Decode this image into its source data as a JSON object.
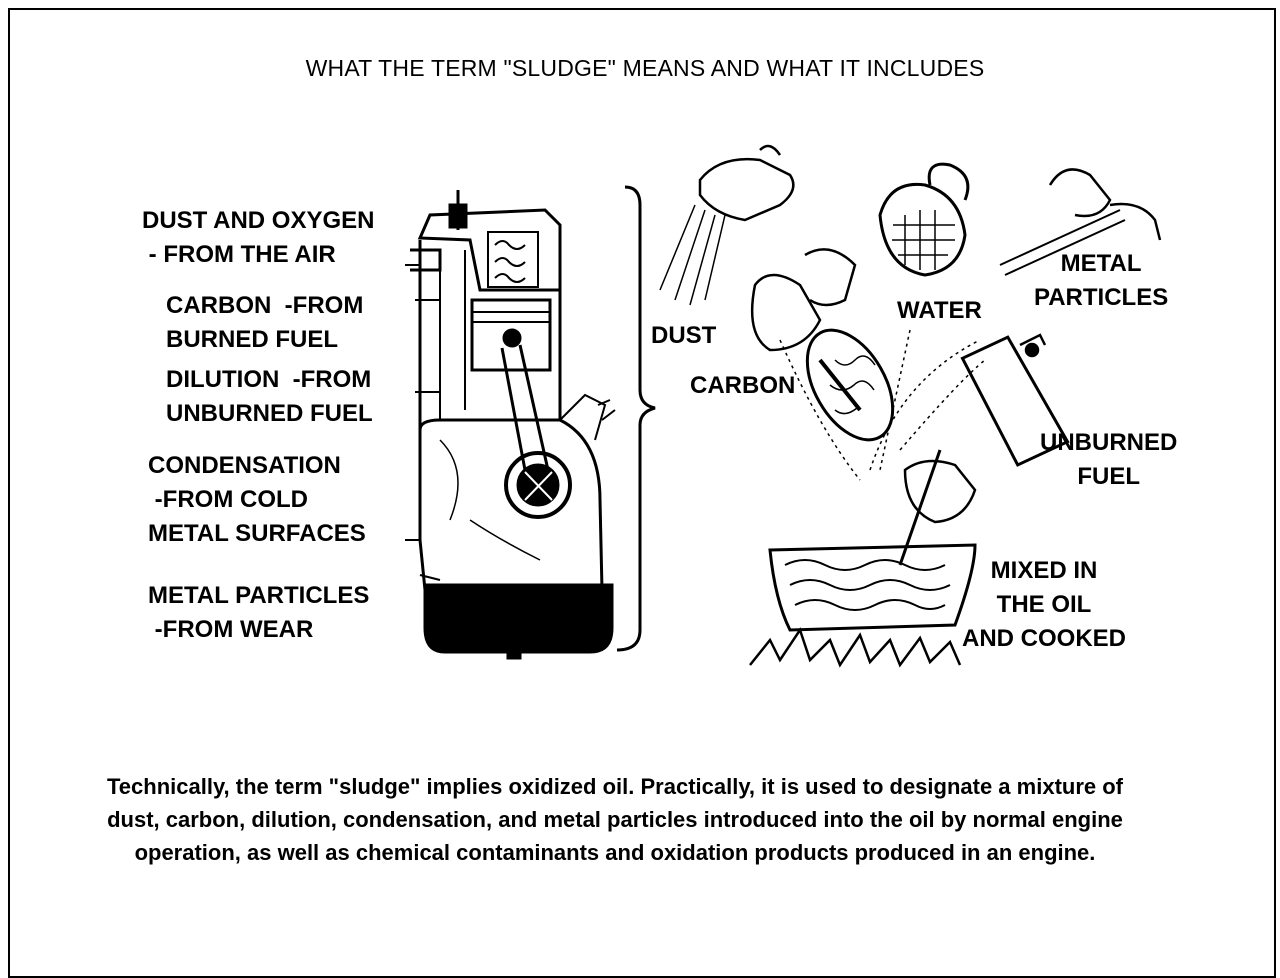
{
  "title": "WHAT THE TERM \"SLUDGE\" MEANS AND WHAT IT INCLUDES",
  "engine_labels": [
    "DUST AND OXYGEN\n - FROM THE AIR",
    "CARBON  -FROM\nBURNED FUEL",
    "DILUTION  -FROM\nUNBURNED FUEL",
    "CONDENSATION\n -FROM COLD\nMETAL SURFACES",
    "METAL PARTICLES\n -FROM WEAR"
  ],
  "recipe_labels": {
    "dust": "DUST",
    "carbon": "CARBON",
    "water": "WATER",
    "metal_particles": "METAL\nPARTICLES",
    "unburned_fuel": "UNBURNED\nFUEL",
    "mixed": "MIXED IN\nTHE OIL\nAND COOKED"
  },
  "caption": "Technically, the term \"sludge\" implies oxidized oil.  Practically, it is used to designate a mixture of dust, carbon, dilution, condensation, and metal particles introduced into the oil by normal engine operation, as well as chemical contaminants and oxidation products produced in an engine."
}
